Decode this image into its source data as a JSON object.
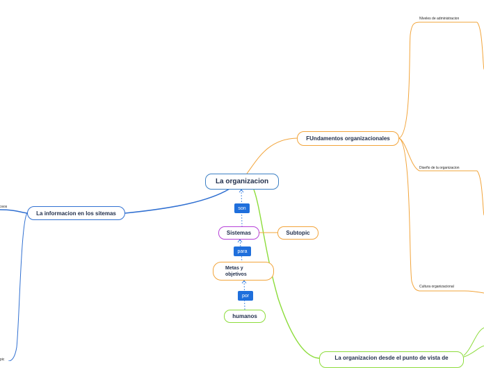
{
  "colors": {
    "root": "#3b7fc4",
    "blue_branch": "#2f6fd1",
    "orange_branch": "#f2a43a",
    "purple_node": "#b640d8",
    "green_branch": "#8cdc3a",
    "connector_tag": "#1f6fdc"
  },
  "nodes": {
    "root": "La organizacion",
    "fundamentos": "FUndamentos organizacionales",
    "informacion": "La informacion en los sitemas",
    "sistemas": "Sistemas",
    "subtopic": "Subtopic",
    "metas": "Metas y objetivos",
    "humanos": "humanos",
    "desde": "La organizacion desde el punto de vista de"
  },
  "connectors": {
    "son": "son",
    "para": "para",
    "por": "por"
  },
  "subtopics": {
    "niveles": "NIveles de administracion",
    "diseno": "Diseño de la organizacion",
    "cultura": "Cultura organizacional",
    "cut_left_top": "ɔsos",
    "cut_left_bottom": "pic"
  }
}
